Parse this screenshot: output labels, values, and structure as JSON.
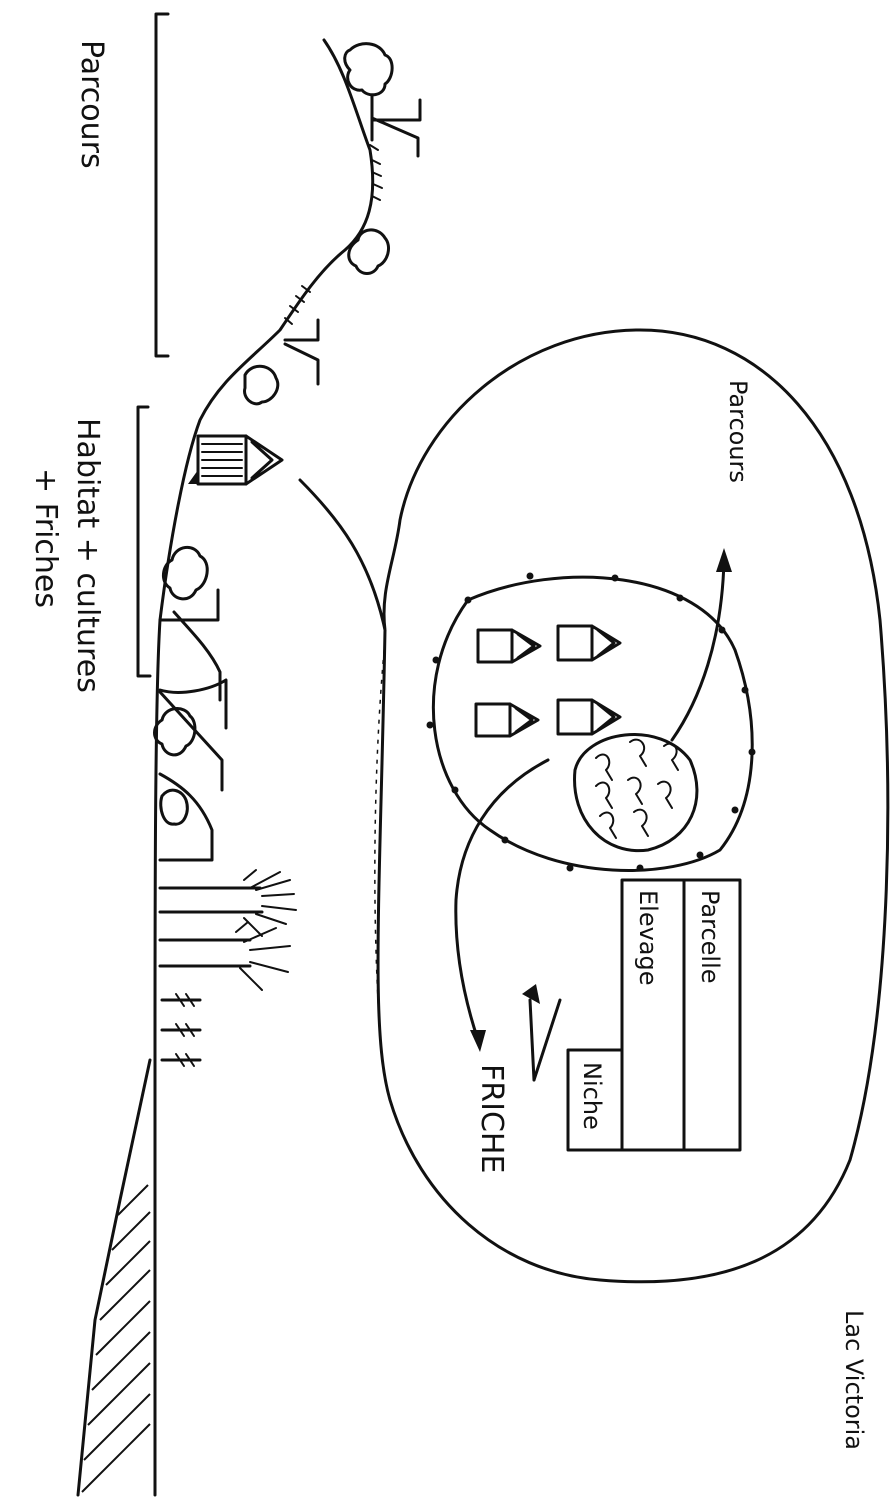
{
  "labels": {
    "parcours_top": "Parcours",
    "habitat": "Habitat + cultures",
    "friches_line": "+ Friches",
    "parcours_inner": "Parcours",
    "friche": "FRICHE",
    "parcelle": "Parcelle",
    "elevage": "Elevage",
    "niche": "Niche",
    "lac": "Lac Victoria"
  }
}
